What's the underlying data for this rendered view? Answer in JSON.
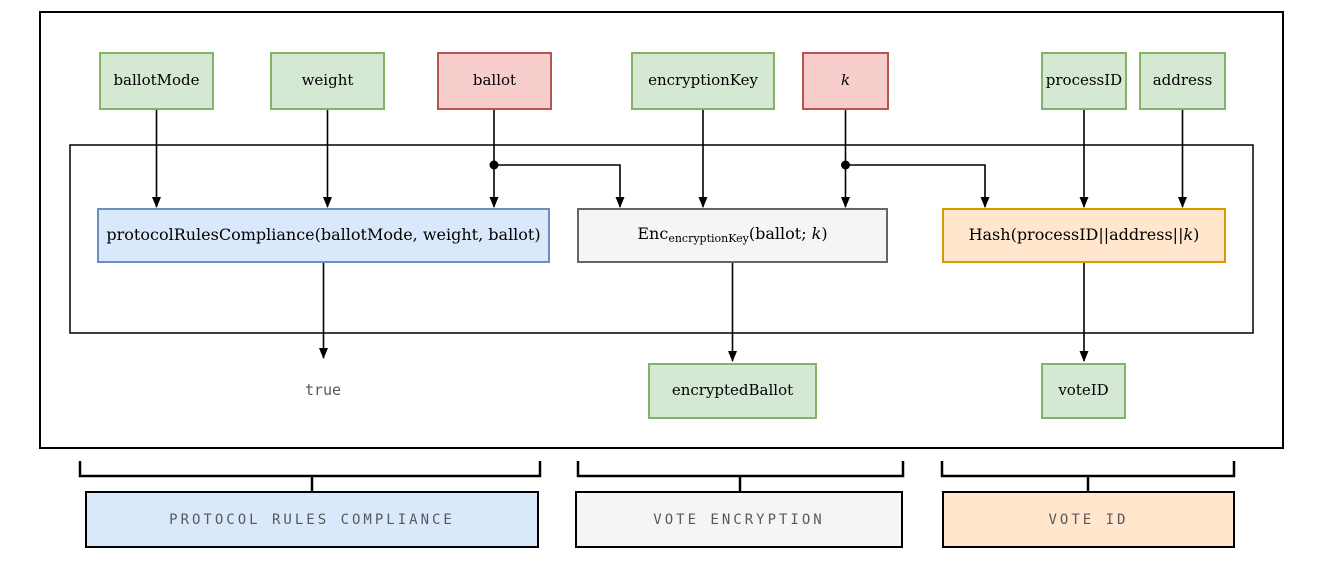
{
  "inputs": {
    "ballot_mode": "ballotMode",
    "weight": "weight",
    "ballot": "ballot",
    "encryption_key": "encryptionKey",
    "k": "k",
    "process_id": "processID",
    "address": "address"
  },
  "functions": {
    "compliance": "protocolRulesCompliance(ballotMode, weight, ballot)",
    "enc_fn": "Enc",
    "enc_sub": "encryptionKey",
    "enc_args": "(ballot; ",
    "enc_k": "k",
    "enc_close": ")",
    "hash_pre": "Hash(processID||address||",
    "hash_k": "k",
    "hash_close": ")"
  },
  "outputs": {
    "true_value": "true",
    "encrypted_ballot": "encryptedBallot",
    "vote_id": "voteID"
  },
  "sections": {
    "compliance": "PROTOCOL RULES COMPLIANCE",
    "encryption": "VOTE ENCRYPTION",
    "vote_id": "VOTE ID"
  },
  "colors": {
    "green_fill": "#d5e8d4",
    "green_border": "#82b366",
    "red_fill": "#f8cecc",
    "red_border": "#b85450",
    "blue_fill": "#dae8fc",
    "blue_border": "#6c8ebf",
    "gray_fill": "#f5f5f5",
    "gray_border": "#666666",
    "orange_fill": "#ffe6cc",
    "orange_border": "#d79b00",
    "line": "#000000",
    "muted_text": "#595959"
  }
}
